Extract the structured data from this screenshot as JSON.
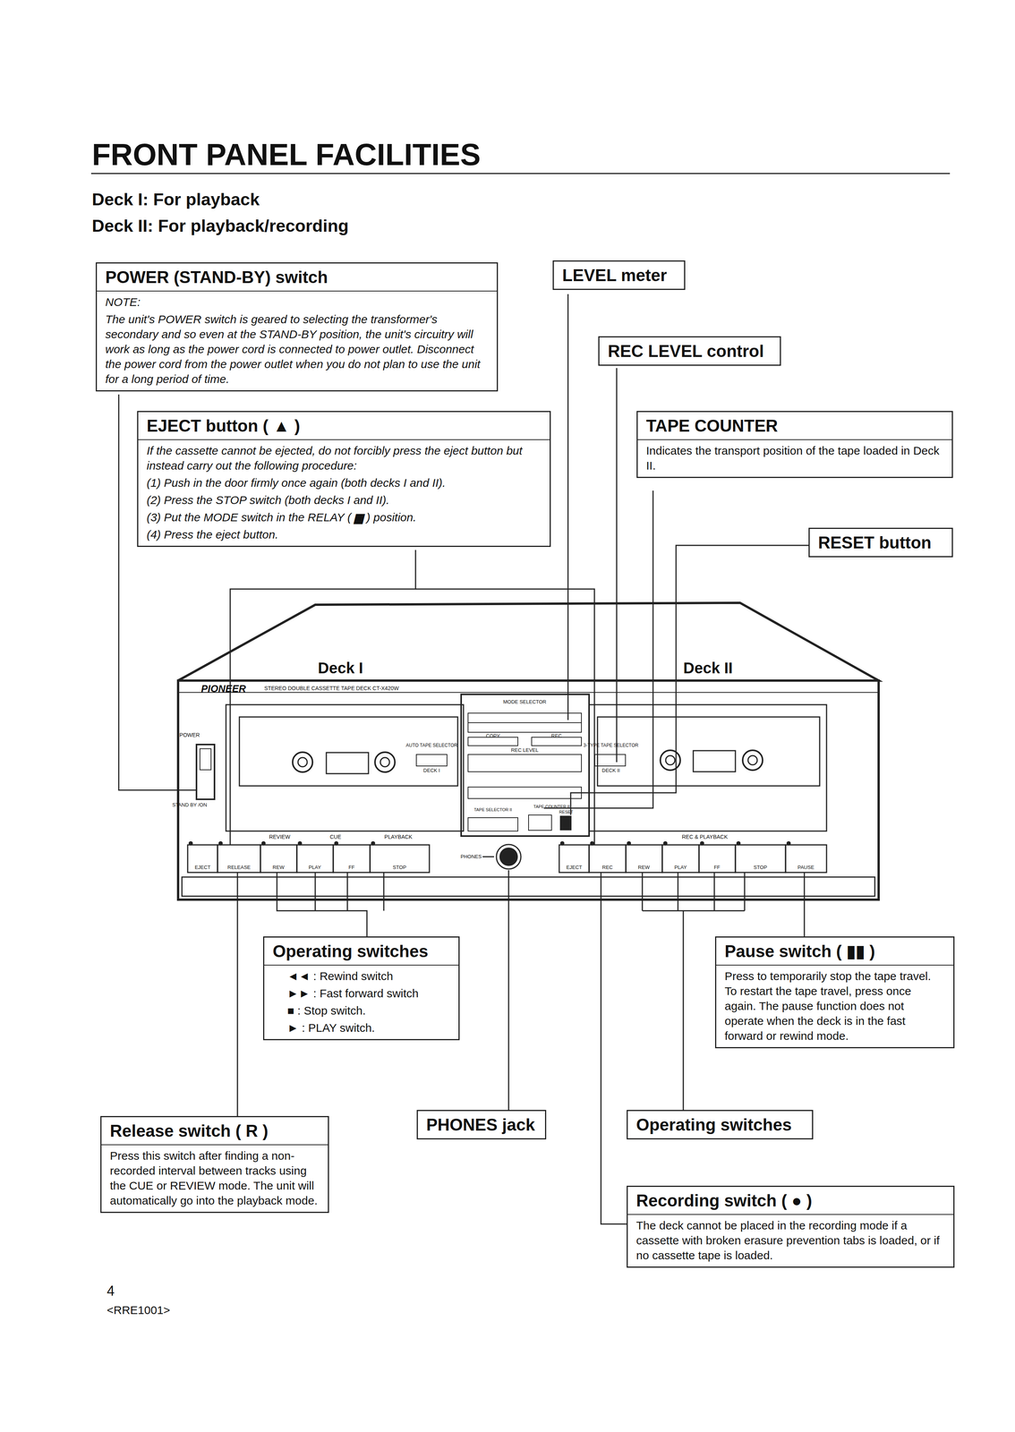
{
  "diagram": {
    "title": "FRONT PANEL FACILITIES",
    "nodes": [
      {
        "text": [
          "POWER (STAND-BY) switch",
          "NOTE:",
          "The unit's POWER switch is geared to selecting the transformer's secondary and so even at the STAND-BY position, the unit's circuitry will work as long as the power cord is connected to power outlet. Disconnect the power cord from the power outlet when you do not plan to use the unit for a long period of time."
        ]
      },
      {
        "text": [
          "LEVEL meter"
        ]
      },
      {
        "text": [
          "REC LEVEL control"
        ]
      },
      {
        "text": [
          "EJECT button ( ▲ )",
          "If the cassette cannot be ejected, do not forcibly press the eject button but instead carry out the following procedure:",
          "(1) Push in the door firmly once again (both decks I and II).",
          "(2) Press the STOP switch (both decks I and II).",
          "(3) Put the MODE switch in the RELAY ( ▆ ) position.",
          "(4) Press the eject button."
        ]
      },
      {
        "text": [
          "TAPE COUNTER",
          "Indicates the transport position of the tape loaded in Deck II."
        ]
      },
      {
        "text": [
          "RESET button"
        ]
      },
      {
        "text": [
          "Operating switches",
          "◄◄ : Rewind switch",
          "►► : Fast forward switch",
          "■ : Stop switch.",
          "► : PLAY switch."
        ]
      },
      {
        "text": [
          "Pause switch ( ▮▮ )",
          "Press to temporarily stop the tape travel. To restart the tape travel, press once again. The pause function does not operate when the deck is in the fast forward or rewind mode."
        ]
      },
      {
        "text": [
          "Release switch ( R )",
          "Press this switch after finding a non-recorded interval between tracks using the CUE or REVIEW mode. The unit will automatically go into the playback mode."
        ]
      },
      {
        "text": [
          "PHONES jack"
        ]
      },
      {
        "text": [
          "Operating switches"
        ]
      },
      {
        "text": [
          "Recording switch ( ● )",
          "The deck cannot be placed in the recording mode if a cassette with broken erasure prevention tabs is loaded, or if no cassette tape is loaded."
        ]
      }
    ],
    "labels": [
      "Deck I: For playback",
      "Deck II: For playback/recording",
      "Deck I",
      "Deck II",
      "PIONEER",
      "STEREO DOUBLE CASSETTE TAPE DECK CT-X420W",
      "POWER",
      "STAND BY /ON",
      "REVIEW",
      "CUE",
      "PLAYBACK",
      "REC & PLAYBACK",
      "EJECT",
      "RELEASE",
      "REW",
      "PLAY",
      "FF",
      "STOP",
      "PHONES",
      "EJECT",
      "REC",
      "REW",
      "PLAY",
      "FF",
      "STOP",
      "PAUSE",
      "MODE SELECTOR",
      "AUTO TAPE SELECTOR",
      "DECK I",
      "3-TYPE TAPE SELECTOR",
      "DECK II",
      "REC LEVEL",
      "TAPE SELECTOR II",
      "TAPE COUNTER II",
      "RESET",
      "COPY",
      "REC",
      "4",
      "<RRE1001>"
    ]
  }
}
